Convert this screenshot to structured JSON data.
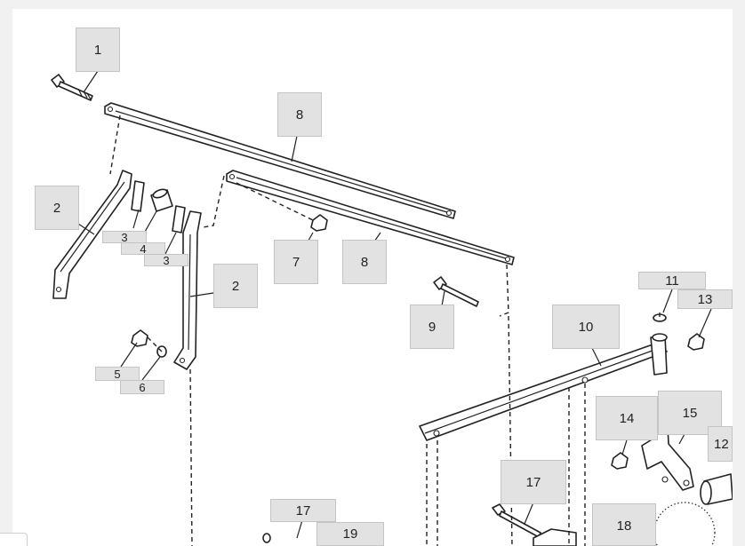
{
  "diagram": {
    "callouts": [
      {
        "id": "c1",
        "label": "1"
      },
      {
        "id": "c2a",
        "label": "2"
      },
      {
        "id": "c2b",
        "label": "2"
      },
      {
        "id": "c3a",
        "label": "3"
      },
      {
        "id": "c3b",
        "label": "3"
      },
      {
        "id": "c4",
        "label": "4"
      },
      {
        "id": "c5",
        "label": "5"
      },
      {
        "id": "c6",
        "label": "6"
      },
      {
        "id": "c7",
        "label": "7"
      },
      {
        "id": "c8a",
        "label": "8"
      },
      {
        "id": "c8b",
        "label": "8"
      },
      {
        "id": "c9",
        "label": "9"
      },
      {
        "id": "c10",
        "label": "10"
      },
      {
        "id": "c11",
        "label": "11"
      },
      {
        "id": "c12",
        "label": "12"
      },
      {
        "id": "c13",
        "label": "13"
      },
      {
        "id": "c14",
        "label": "14"
      },
      {
        "id": "c15",
        "label": "15"
      },
      {
        "id": "c17a",
        "label": "17"
      },
      {
        "id": "c17b",
        "label": "17"
      },
      {
        "id": "c18",
        "label": "18"
      },
      {
        "id": "c19",
        "label": "19"
      }
    ]
  }
}
